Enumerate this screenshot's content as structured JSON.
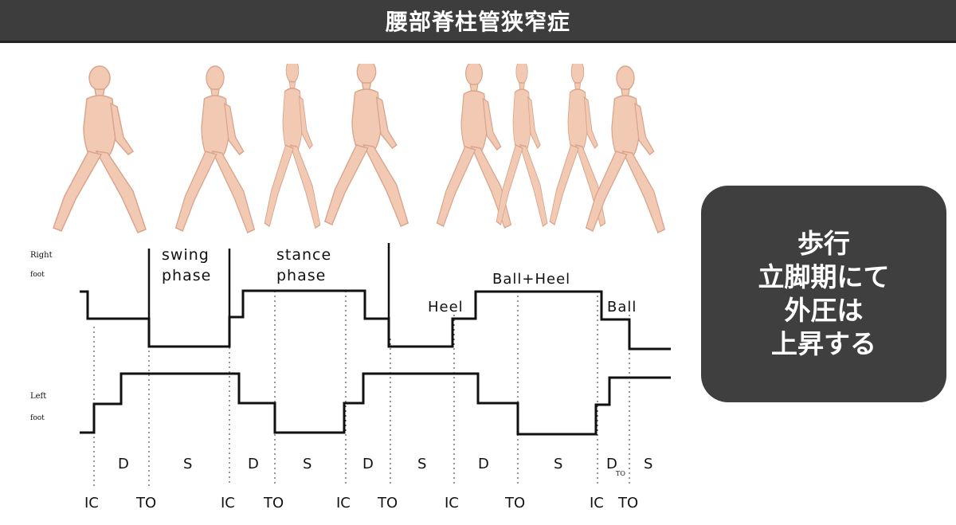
{
  "header": {
    "title": "腰部脊柱管狭窄症"
  },
  "callout": {
    "lines": [
      "歩行",
      "立脚期にて",
      "外圧は",
      "上昇する"
    ]
  },
  "colors": {
    "header_bg": "#3d3d3d",
    "callout_bg": "#3f3f3f",
    "skin": "#f2c9b3",
    "skin_outline": "#d9a58c"
  },
  "diagram": {
    "side_labels": {
      "right": "Right",
      "right_sub": "foot",
      "left": "Left",
      "left_sub": "foot"
    },
    "phase_labels": {
      "swing": [
        "swing",
        "phase"
      ],
      "stance": [
        "stance",
        "phase"
      ],
      "ball_heel": "Ball+Heel",
      "heel": "Heel",
      "ball": "Ball"
    },
    "phases": [
      "D",
      "S",
      "D",
      "S",
      "D",
      "S",
      "D",
      "S",
      "D",
      "S"
    ],
    "events": [
      "IC",
      "TO",
      "IC",
      "TO",
      "IC",
      "TO",
      "IC",
      "TO",
      "IC",
      "TO"
    ],
    "to_sub": "TO"
  }
}
